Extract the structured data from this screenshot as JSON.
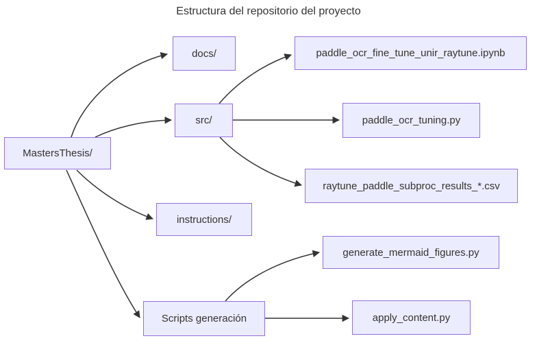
{
  "title": "Estructura del repositorio del proyecto",
  "colors": {
    "background": "#ffffff",
    "node_fill": "#ECECFF",
    "node_border": "#9370DB",
    "edge": "#333333",
    "text": "#333333"
  },
  "nodes": [
    {
      "id": "root",
      "label": "MastersThesis/"
    },
    {
      "id": "docs",
      "label": "docs/"
    },
    {
      "id": "src",
      "label": "src/"
    },
    {
      "id": "instructions",
      "label": "instructions/"
    },
    {
      "id": "scripts",
      "label": "Scripts generación"
    },
    {
      "id": "ipynb",
      "label": "paddle_ocr_fine_tune_unir_raytune.ipynb"
    },
    {
      "id": "tuning",
      "label": "paddle_ocr_tuning.py"
    },
    {
      "id": "csv",
      "label": "raytune_paddle_subproc_results_*.csv"
    },
    {
      "id": "generate",
      "label": "generate_mermaid_figures.py"
    },
    {
      "id": "apply",
      "label": "apply_content.py"
    }
  ],
  "edges": [
    {
      "from": "MastersThesis/",
      "to": "docs/"
    },
    {
      "from": "MastersThesis/",
      "to": "src/"
    },
    {
      "from": "MastersThesis/",
      "to": "instructions/"
    },
    {
      "from": "MastersThesis/",
      "to": "Scripts generación"
    },
    {
      "from": "src/",
      "to": "paddle_ocr_fine_tune_unir_raytune.ipynb"
    },
    {
      "from": "src/",
      "to": "paddle_ocr_tuning.py"
    },
    {
      "from": "src/",
      "to": "raytune_paddle_subproc_results_*.csv"
    },
    {
      "from": "Scripts generación",
      "to": "generate_mermaid_figures.py"
    },
    {
      "from": "Scripts generación",
      "to": "apply_content.py"
    }
  ]
}
